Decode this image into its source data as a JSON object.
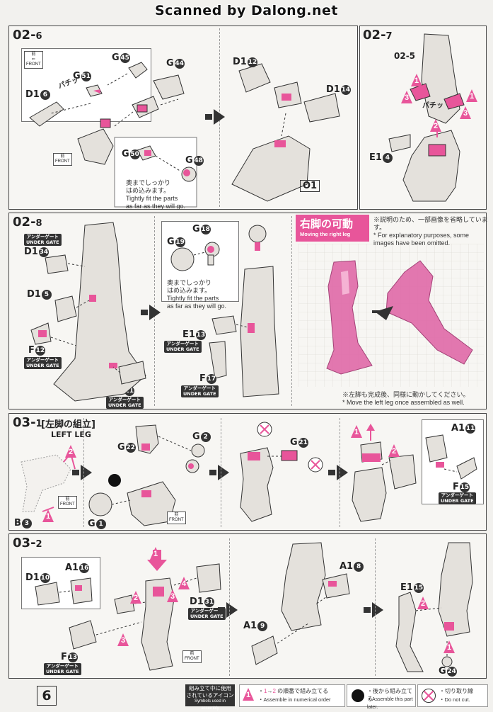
{
  "watermark": "Scanned by Dalong.net",
  "page_number": "6",
  "steps": {
    "s02_6": {
      "num": "02",
      "sub": "6"
    },
    "s02_7": {
      "num": "02",
      "sub": "7",
      "ref": "02-5"
    },
    "s02_8": {
      "num": "02",
      "sub": "8"
    },
    "s03_1": {
      "num": "03",
      "sub": "1",
      "title": "[左脚の組立]",
      "left_leg": "LEFT LEG"
    },
    "s03_2": {
      "num": "03",
      "sub": "2"
    }
  },
  "parts": {
    "g45": {
      "letter": "G",
      "n": "45"
    },
    "g51": {
      "letter": "G",
      "n": "51"
    },
    "d1_6": {
      "letter": "D1",
      "n": "6"
    },
    "g44": {
      "letter": "G",
      "n": "44"
    },
    "g50": {
      "letter": "G",
      "n": "50"
    },
    "g48": {
      "letter": "G",
      "n": "48"
    },
    "d1_12": {
      "letter": "D1",
      "n": "12"
    },
    "d1_14": {
      "letter": "D1",
      "n": "14"
    },
    "o1": "O1",
    "e1_4": {
      "letter": "E1",
      "n": "4"
    },
    "d1_34": {
      "letter": "D1",
      "n": "34"
    },
    "d1_5": {
      "letter": "D1",
      "n": "5"
    },
    "f12": {
      "letter": "F",
      "n": "12"
    },
    "f11": {
      "letter": "F",
      "n": "11"
    },
    "g18": {
      "letter": "G",
      "n": "18"
    },
    "g19": {
      "letter": "G",
      "n": "19"
    },
    "e1_13": {
      "letter": "E1",
      "n": "13"
    },
    "f17": {
      "letter": "F",
      "n": "17"
    },
    "g22": {
      "letter": "G",
      "n": "22"
    },
    "g2": {
      "letter": "G",
      "n": "2"
    },
    "g1": {
      "letter": "G",
      "n": "1"
    },
    "b3": {
      "letter": "B",
      "n": "3"
    },
    "g21": {
      "letter": "G",
      "n": "21"
    },
    "a1_11": {
      "letter": "A1",
      "n": "11"
    },
    "f15": {
      "letter": "F",
      "n": "15"
    },
    "d1_10": {
      "letter": "D1",
      "n": "10"
    },
    "a1_16": {
      "letter": "A1",
      "n": "16"
    },
    "d1_31": {
      "letter": "D1",
      "n": "31"
    },
    "f13": {
      "letter": "F",
      "n": "13"
    },
    "a1_8": {
      "letter": "A1",
      "n": "8"
    },
    "a1_9": {
      "letter": "A1",
      "n": "9"
    },
    "e1_15": {
      "letter": "E1",
      "n": "15"
    },
    "g24": {
      "letter": "G",
      "n": "24"
    }
  },
  "gate": {
    "jp": "アンダーゲート",
    "en": "UNDER GATE"
  },
  "front_label": {
    "jp": "前",
    "en": "FRONT"
  },
  "snap": "パチッ",
  "notes": {
    "tight_jp_1": "奥までしっかり",
    "tight_jp_2": "はめ込みます。",
    "tight_en_1": "Tightly fit the parts",
    "tight_en_2": "as far as they will go."
  },
  "right_leg": {
    "title_jp": "右脚の可動",
    "title_en": "Moving the right leg",
    "omit_jp": "※説明のため、一部画像を省略しています。",
    "omit_en_1": "* For explanatory purposes, some",
    "omit_en_2": "images have been omitted.",
    "left_jp": "※左脚も完成後、同様に動かしてください。",
    "left_en": "* Move the left leg once assembled as well."
  },
  "footer": {
    "icons_jp_1": "組み立て中に使用",
    "icons_jp_2": "されているアイコン",
    "icons_en": "Symbols used in assembly",
    "order_jp": "の順番で組み立てる",
    "order_en": "Assemble in numerical order",
    "later_jp": "後から組み立てる",
    "later_en": "Assemble this part later.",
    "cut_jp": "切り取り線",
    "cut_en": "Do not cut."
  },
  "colors": {
    "accent": "#e8559a",
    "accent_dark": "#c8336f",
    "ink": "#222222",
    "part_fill": "#e4e1dc"
  }
}
